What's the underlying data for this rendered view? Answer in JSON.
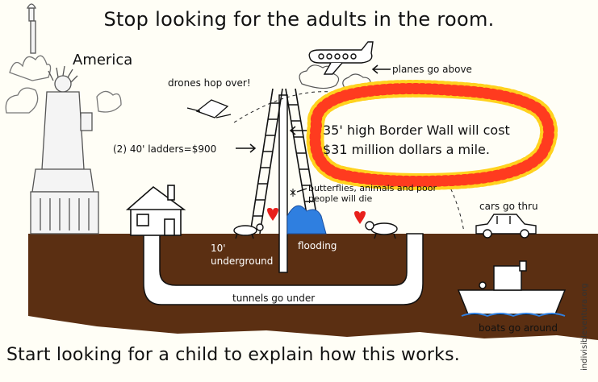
{
  "title": "Stop looking for the adults in the room.",
  "bottom_line": "Start looking for a child to explain how this works.",
  "labels": {
    "america": "America",
    "drones": "drones hop over!",
    "planes": "planes go above",
    "ladders": "(2) 40' ladders=$900",
    "wall_line1": "35' high Border Wall will cost",
    "wall_line2": "$31 million dollars a mile.",
    "butterflies": "butterflies, animals and poor people will die",
    "cars": "cars go thru",
    "underground": "10' underground",
    "flooding": "flooding",
    "tunnels": "tunnels go under",
    "boats": "boats go around",
    "website": "indivisibleventura.org"
  },
  "colors": {
    "ground": "#5b2f12",
    "sky": "#fffef6",
    "glow_outer": "#ffd21e",
    "glow_inner": "#ff3b1f",
    "water": "#2f7fe0",
    "heart": "#e8201c",
    "statue": "#777777"
  },
  "icons": [
    "statue-of-liberty-icon",
    "house-icon",
    "airplane-icon",
    "drone-icon",
    "cloud-icon",
    "ladder-icon",
    "animal-icon",
    "heart-icon",
    "car-icon",
    "boat-icon",
    "arrow-icon"
  ]
}
